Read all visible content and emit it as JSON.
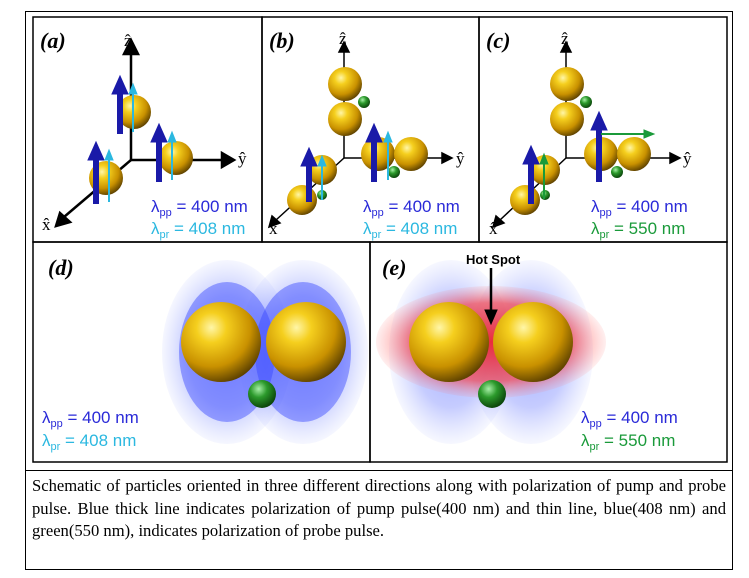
{
  "figure": {
    "panels": [
      {
        "letter": "(a)",
        "axes": {
          "z": "ẑ",
          "y": "ŷ",
          "x": "x̂"
        },
        "pump_label": "λ",
        "pump_sub": "pp",
        "pump_value": " = 400 nm",
        "probe_label": "λ",
        "probe_sub": "pr",
        "probe_value": " = 408 nm"
      },
      {
        "letter": "(b)",
        "axes": {
          "z": "ẑ",
          "y": "ŷ",
          "x": "x̂"
        },
        "pump_label": "λ",
        "pump_sub": "pp",
        "pump_value": " = 400 nm",
        "probe_label": "λ",
        "probe_sub": "pr",
        "probe_value": " = 408 nm"
      },
      {
        "letter": "(c)",
        "axes": {
          "z": "ẑ",
          "y": "ŷ",
          "x": "x̂"
        },
        "pump_label": "λ",
        "pump_sub": "pp",
        "pump_value": " = 400 nm",
        "probe_label": "λ",
        "probe_sub": "pr",
        "probe_value": " = 550 nm"
      },
      {
        "letter": "(d)",
        "pump_label": "λ",
        "pump_sub": "pp",
        "pump_value": " = 400 nm",
        "probe_label": "λ",
        "probe_sub": "pr",
        "probe_value": " = 408 nm"
      },
      {
        "letter": "(e)",
        "hot_spot": "Hot Spot",
        "pump_label": "λ",
        "pump_sub": "pp",
        "pump_value": " = 400 nm",
        "probe_label": "λ",
        "probe_sub": "pr",
        "probe_value": " = 550 nm"
      }
    ],
    "colors": {
      "pump": "#2a2ad8",
      "probe_blue": "#2bb8e0",
      "probe_green": "#1a9a3a",
      "gold": "#e0a800",
      "field_blue": "#4a5cff",
      "field_red": "#ff2a2a"
    }
  },
  "caption": {
    "text": "Schematic of particles oriented in three different directions along with polarization of pump and probe pulse. Blue thick line indicates polarization of pump pulse(400 nm) and thin line, blue(408 nm) and green(550 nm), indicates polarization of probe pulse."
  }
}
